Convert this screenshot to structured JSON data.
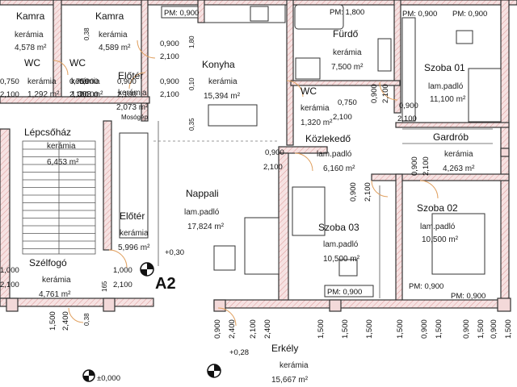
{
  "rooms": [
    {
      "name": "Kamra",
      "sub": "kerámia",
      "area": "4,578 m²"
    },
    {
      "name": "Kamra",
      "sub": "kerámia",
      "area": "4,589 m²"
    },
    {
      "name": "Konyha",
      "sub": "kerámia",
      "area": "15,394 m²"
    },
    {
      "name": "Fürdő",
      "sub": "kerámia",
      "area": "7,500 m²"
    },
    {
      "name": "Szoba 01",
      "sub": "lam.padló",
      "area": "11,100 m²"
    },
    {
      "name": "WC",
      "sub": "kerámia",
      "area": "1,292 m²"
    },
    {
      "name": "WC",
      "sub": "kerámia",
      "area": "1,303 m²"
    },
    {
      "name": "Előtér",
      "sub": "kerámia",
      "area": "2,073 m²"
    },
    {
      "name": "WC",
      "sub": "kerámia",
      "area": "1,320 m²"
    },
    {
      "name": "Lépcsőház",
      "sub": "kerámia",
      "area": "6,453 m²"
    },
    {
      "name": "Közlekedő",
      "sub": "lam.padló",
      "area": "6,160 m²"
    },
    {
      "name": "Gardrób",
      "sub": "kerámia",
      "area": "4,263 m²"
    },
    {
      "name": "Nappali",
      "sub": "lam.padló",
      "area": "17,824 m²"
    },
    {
      "name": "Előtér",
      "sub": "kerámia",
      "area": "5,996 m²"
    },
    {
      "name": "Szoba 03",
      "sub": "lam.padló",
      "area": "10,500 m²"
    },
    {
      "name": "Szoba 02",
      "sub": "lam.padló",
      "area": "10,500 m²"
    },
    {
      "name": "Szélfogó",
      "sub": "kerámia",
      "area": "4,761 m²"
    },
    {
      "name": "Erkély",
      "sub": "kerámia",
      "area": "15,667 m²"
    }
  ],
  "pm_labels": [
    "PM: 0,900",
    "PM: 1,800",
    "PM: 0,900",
    "PM: 0,900",
    "PM: 0,900",
    "PM: 0,900",
    "PM: 0,900"
  ],
  "dims": [
    "0,900",
    "2,100",
    "0,900",
    "2,100",
    "0,750",
    "2,100",
    "0,750",
    "2,100",
    "0,900",
    "2,100",
    "0,900",
    "2,100",
    "0,750",
    "2,100",
    "0,900",
    "2,100",
    "0,900",
    "2,100",
    "0,900",
    "2,100",
    "0,900",
    "2,100",
    "0,900",
    "2,100",
    "1,000",
    "2,100",
    "1,000",
    "2,100",
    "1,500",
    "2,400",
    "0,900",
    "2,400",
    "2,100",
    "2,400",
    "1,500",
    "1,500",
    "1,500",
    "1,500",
    "0,900",
    "1,500",
    "0,900",
    "1,500",
    "0,900",
    "1,500"
  ],
  "small_labels": {
    "masogep": "Mosógép",
    "v165": "165",
    "v0_35a": "0,35",
    "v0_35b": "0,38",
    "v0_10": "0,10",
    "v1_80": "1,80",
    "v0_38": "0,38"
  },
  "levels": {
    "l1": "+0,30",
    "l2": "+0,28",
    "l3": "±0,000"
  },
  "marker": "A2",
  "colors": {
    "wall_fill": "#f3d9d9",
    "door_arc": "#e0a060"
  }
}
